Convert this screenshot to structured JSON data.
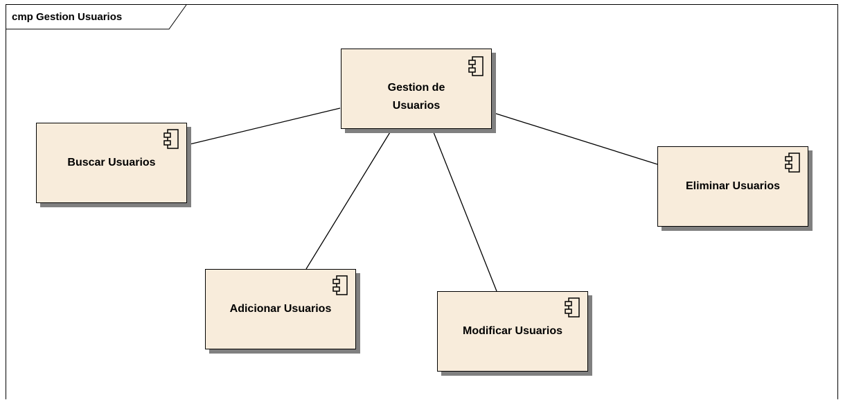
{
  "frame": {
    "title": "cmp Gestion Usuarios"
  },
  "components": {
    "gestion": {
      "label_line1": "Gestion de",
      "label_line2": "Usuarios"
    },
    "buscar": {
      "label": "Buscar Usuarios"
    },
    "adicionar": {
      "label": "Adicionar Usuarios"
    },
    "modificar": {
      "label": "Modificar Usuarios"
    },
    "eliminar": {
      "label": "Eliminar Usuarios"
    }
  },
  "connections": [
    {
      "from": "Gestion de Usuarios",
      "to": "Buscar Usuarios"
    },
    {
      "from": "Gestion de Usuarios",
      "to": "Adicionar Usuarios"
    },
    {
      "from": "Gestion de Usuarios",
      "to": "Modificar Usuarios"
    },
    {
      "from": "Gestion de Usuarios",
      "to": "Eliminar Usuarios"
    }
  ],
  "colors": {
    "component_fill": "#f8ecdb",
    "shadow": "#808080",
    "line": "#000000"
  },
  "icons": {
    "component": "uml-component-icon"
  }
}
